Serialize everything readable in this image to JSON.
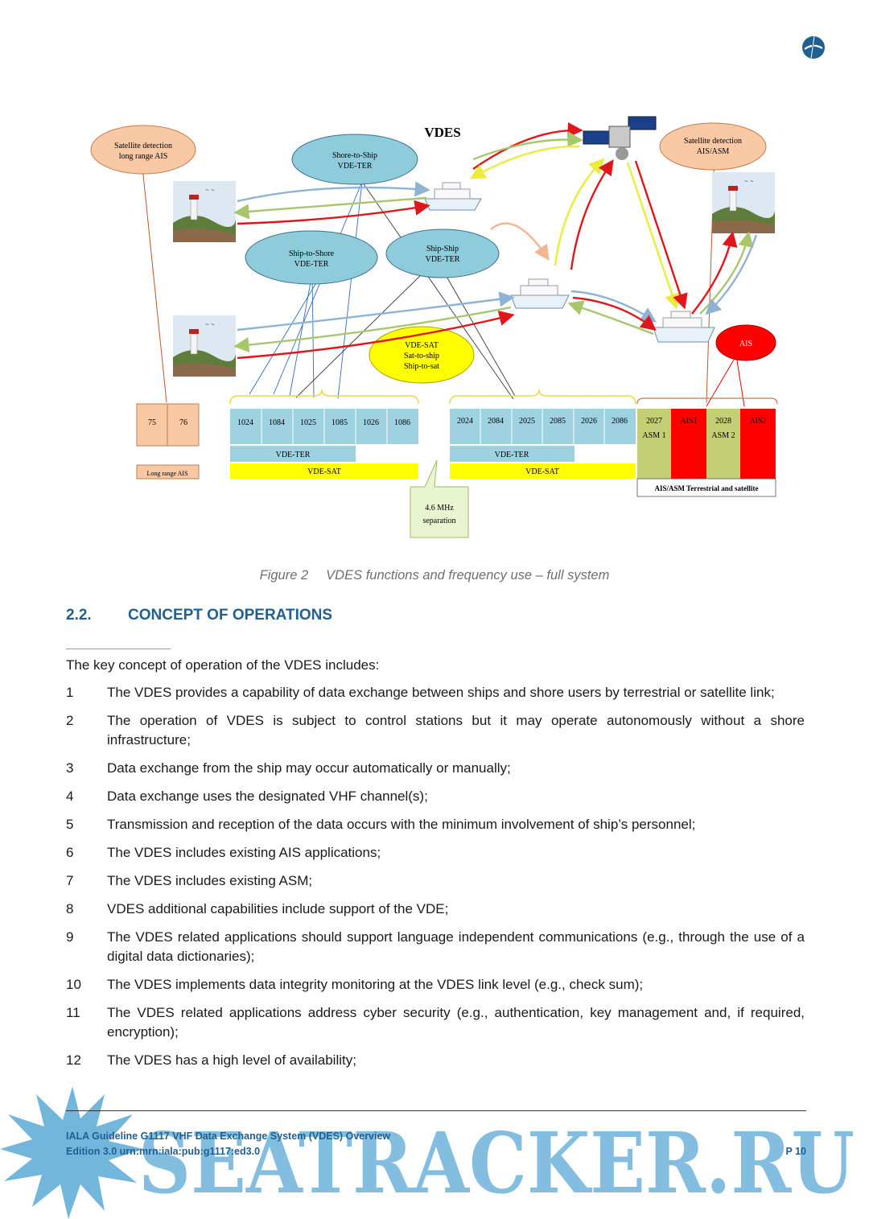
{
  "figure": {
    "title": "VDES",
    "ellipses": {
      "sat_detect_ais": [
        "Satellite detection",
        "long range AIS"
      ],
      "sat_detect_asm": [
        "Satellite detection",
        "AIS/ASM"
      ],
      "shore_to_ship": [
        "Shore-to-Ship",
        "VDE-TER"
      ],
      "ship_to_shore": [
        "Ship-to-Shore",
        "VDE-TER"
      ],
      "ship_ship": [
        "Ship-Ship",
        "VDE-TER"
      ],
      "vde_sat": [
        "VDE-SAT",
        "Sat-to-ship",
        "Ship-to-sat"
      ],
      "ais": "AIS"
    },
    "longrange_block": {
      "channels": [
        "75",
        "76"
      ],
      "label": "Long range AIS"
    },
    "block1": {
      "channels": [
        "1024",
        "1084",
        "1025",
        "1085",
        "1026",
        "1086"
      ],
      "ter_label": "VDE-TER",
      "sat_label": "VDE-SAT"
    },
    "block2": {
      "channels": [
        "2024",
        "2084",
        "2025",
        "2085",
        "2026",
        "2086"
      ],
      "ter_label": "VDE-TER",
      "sat_label": "VDE-SAT"
    },
    "ais_block": {
      "cells": [
        {
          "ch": "2027",
          "sub": "ASM 1",
          "color": "#c3cf74"
        },
        {
          "ch": "AIS1",
          "sub": "",
          "color": "#ff0000"
        },
        {
          "ch": "2028",
          "sub": "ASM 2",
          "color": "#c3cf74"
        },
        {
          "ch": "AIS2",
          "sub": "",
          "color": "#ff0000"
        }
      ],
      "label": "AIS/ASM Terrestrial and satellite"
    },
    "separation": [
      "4.6 MHz",
      "separation"
    ],
    "colors": {
      "ellipse_blue": "#8ecbdb",
      "ellipse_orange": "#f8c9a4",
      "vde_yellow": "#ffff00",
      "channel_blue": "#9fd2e1",
      "ais_red": "#ff0000"
    }
  },
  "caption": {
    "number": "Figure 2",
    "text": "VDES functions and frequency use – full system"
  },
  "section": {
    "number": "2.2.",
    "title": "CONCEPT OF OPERATIONS"
  },
  "intro": "The key concept of operation of the VDES includes:",
  "items": [
    {
      "num": "1",
      "text": "The VDES provides a capability of data exchange between ships and shore users by terrestrial or satellite link;"
    },
    {
      "num": "2",
      "text": "The operation of VDES is subject to control stations but it may operate autonomously without a shore infrastructure;"
    },
    {
      "num": "3",
      "text": "Data exchange from the ship may occur automatically or manually;"
    },
    {
      "num": "4",
      "text": "Data exchange uses the designated VHF channel(s);"
    },
    {
      "num": "5",
      "text": "Transmission and reception of the data occurs with the minimum involvement of ship’s personnel;"
    },
    {
      "num": "6",
      "text": "The VDES includes existing AIS applications;"
    },
    {
      "num": "7",
      "text": "The VDES includes existing ASM;"
    },
    {
      "num": "8",
      "text": "VDES additional capabilities include support of the VDE;"
    },
    {
      "num": "9",
      "text": "The VDES related applications should support language independent communications (e.g., through the use of a digital data dictionaries);"
    },
    {
      "num": "10",
      "text": "The VDES implements data integrity monitoring at the VDES link level (e.g., check sum);"
    },
    {
      "num": "11",
      "text": "The VDES related applications address cyber security (e.g., authentication, key management and, if required, encryption);"
    },
    {
      "num": "12",
      "text": "The VDES has a high level of availability;"
    }
  ],
  "footer": {
    "line1": "IALA Guideline G1117 VHF Data Exchange System (VDES) Overview",
    "line2": "Edition 3.0 urn:mrn:iala:pub:g1117:ed3.0",
    "page": "P 10"
  },
  "watermark": "SEATRACKER.RU",
  "icons": {
    "logo": "iala-logo-icon",
    "satellite": "satellite-icon",
    "ship": "ship-icon",
    "lighthouse": "lighthouse-icon"
  }
}
